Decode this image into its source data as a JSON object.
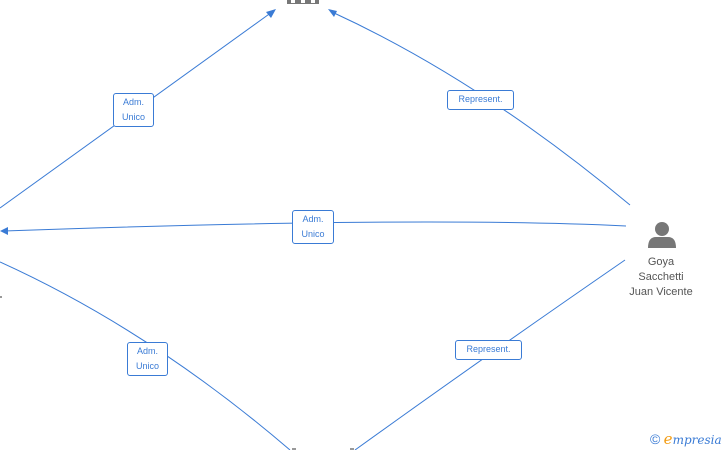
{
  "person": {
    "name_line1": "Goya",
    "name_line2": "Sacchetti",
    "name_line3": "Juan Vicente",
    "icon": "person-icon"
  },
  "company_top": {
    "icon": "building-icon"
  },
  "edges": {
    "top_left": "Adm.\nUnico",
    "top_right": "Represent.",
    "middle": "Adm.\nUnico",
    "bottom_left": "Adm.\nUnico",
    "bottom_right": "Represent."
  },
  "brand": {
    "copyright": "©",
    "e_letter": "e",
    "rest": "mpresia"
  },
  "colors": {
    "edge": "#3a7bd5",
    "node_icon": "#777777",
    "brand_accent": "#f39c12"
  }
}
